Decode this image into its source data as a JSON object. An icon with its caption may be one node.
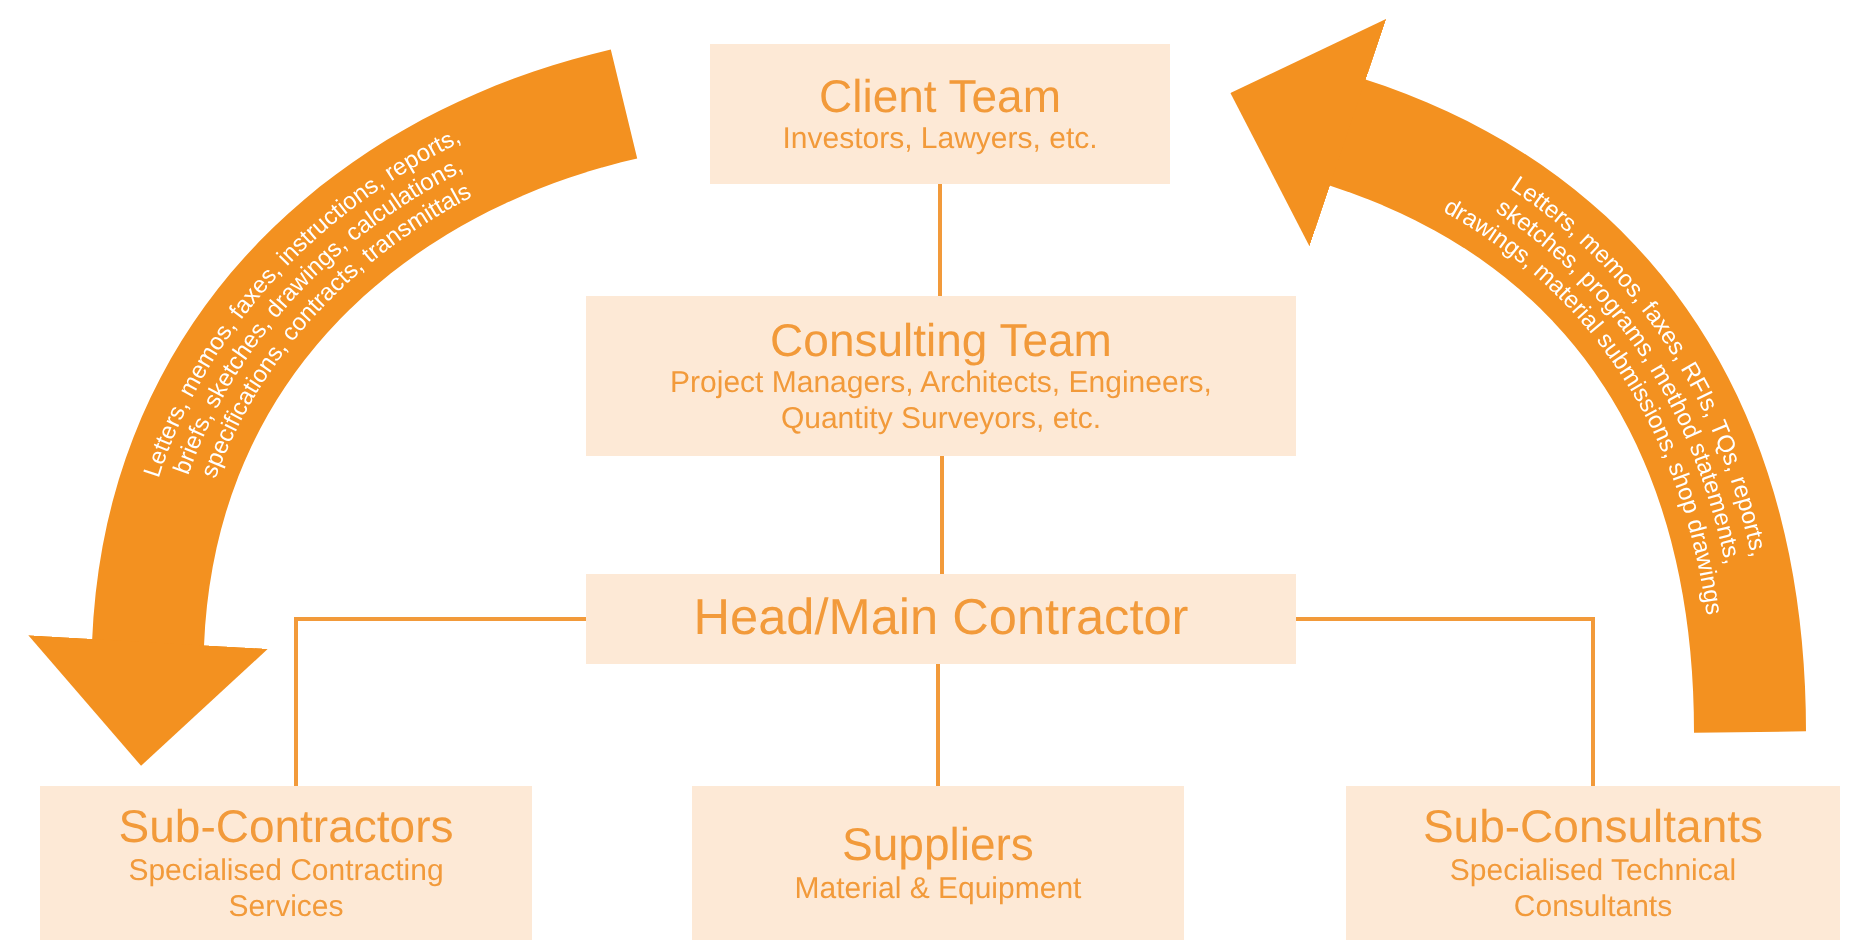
{
  "diagram": {
    "nodes": [
      {
        "text": [
          "Client Team",
          "Investors, Lawyers, etc."
        ]
      },
      {
        "text": [
          "Consulting Team",
          "Project Managers, Architects, Engineers, Quantity Surveyors, etc."
        ]
      },
      {
        "text": [
          "Head/Main Contractor"
        ]
      },
      {
        "text": [
          "Sub-Contractors",
          "Specialised Contracting Services"
        ]
      },
      {
        "text": [
          "Suppliers",
          "Material & Equipment"
        ]
      },
      {
        "text": [
          "Sub-Consultants",
          "Specialised Technical Consultants"
        ]
      }
    ],
    "edges": [
      {
        "from": 0,
        "to": 1,
        "arrow": "none"
      },
      {
        "from": 1,
        "to": 2,
        "arrow": "none"
      },
      {
        "from": 2,
        "to": 3,
        "arrow": "none"
      },
      {
        "from": 2,
        "to": 4,
        "arrow": "none"
      },
      {
        "from": 2,
        "to": 5,
        "arrow": "none"
      },
      {
        "from": 0,
        "to": 3,
        "arrow": "to",
        "style": "thick",
        "label": "Letters, memos, faxes, instructions, reports, briefs, sketches, drawings, calculations, specifications, contracts, transmittals"
      },
      {
        "from": 5,
        "to": 0,
        "arrow": "to",
        "style": "thick",
        "label": "Letters, memos, faxes, RFIs, TQs, reports, sketches, programs, method statements, drawings, material submissions, shop drawings"
      }
    ]
  }
}
